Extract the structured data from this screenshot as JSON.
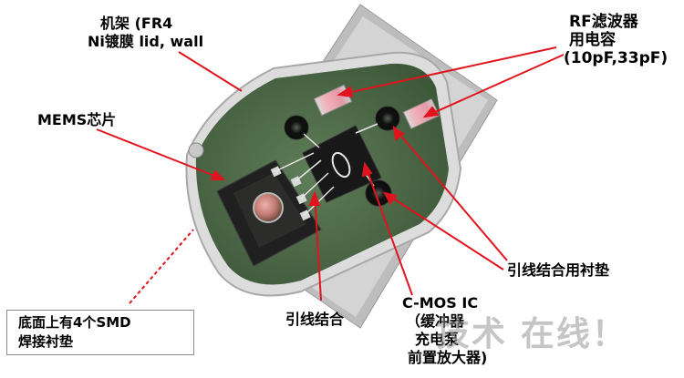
{
  "labels": {
    "frame": [
      "机架 (FR4",
      "Ni镀膜 lid, wall"
    ],
    "rf_filter": [
      "RF滤波器",
      "用电容",
      "(10pF,33pF)"
    ],
    "mems_chip": "MEMS芯片",
    "bond_pad": "引线结合用衬垫",
    "wire_bond": "引线结合",
    "cmos": [
      "C-MOS  IC",
      "（缓冲器",
      "充电泵",
      "前置放大器)"
    ],
    "bottom_note": [
      "底面上有4个SMD",
      "焊接衬垫"
    ]
  },
  "watermark": "技术 在线！",
  "colors": {
    "callout": "#e0141e",
    "board_green": "#4d6b49",
    "metal_frame": "#cfcfcf",
    "chip_dark": "#1e1e1c",
    "capacitor_pink": "#e6a0a8"
  }
}
